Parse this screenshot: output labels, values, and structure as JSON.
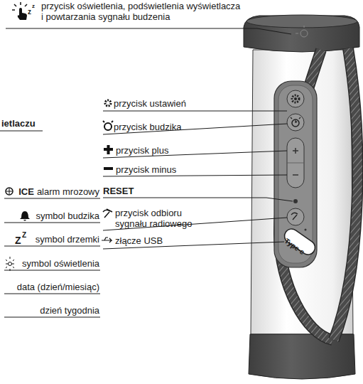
{
  "diagram": {
    "labels": [
      "z",
      "z",
      "przycisk oświetlenia, podświetlenia wyświetlacza i powtarzania sygnału budzenia",
      "przycisk ustawień",
      "przycisk budzika",
      "przycisk plus",
      "przycisk minus",
      "RESET",
      "przycisk odbioru sygnału radiowego",
      "złącze USB",
      "ietlaczu",
      "ICE",
      "alarm mrozowy",
      "symbol budzika",
      "Z",
      "Z",
      "symbol drzemki",
      "symbol oświetlenia",
      "data (dzień/miesiąc)",
      "dzień tygodnia",
      "Type-c"
    ]
  }
}
